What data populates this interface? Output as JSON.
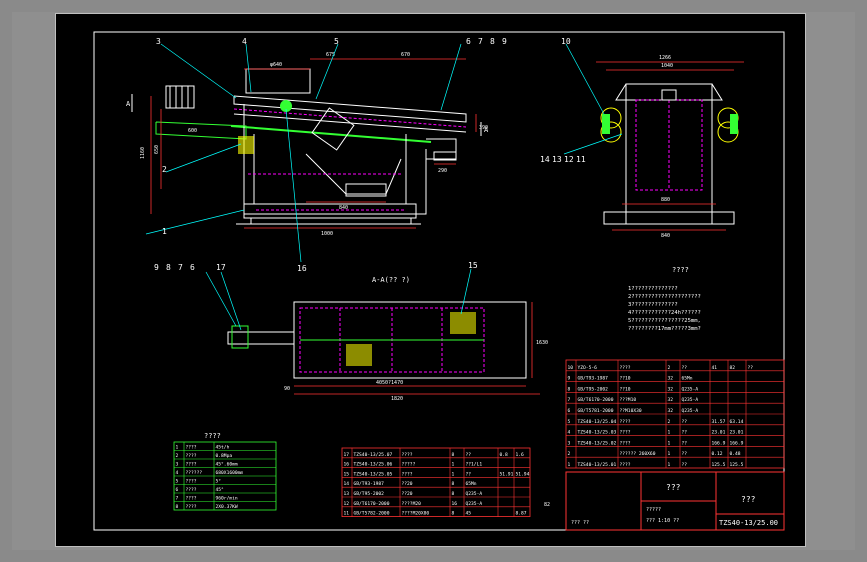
{
  "colors": {
    "background": "#000000",
    "border": "#ffffff",
    "outline": "#ffffff",
    "dimension": "#ff3333",
    "structure": "#ff00ff",
    "frame_green": "#33ff33",
    "hatch": "#ffff00",
    "text": "#ffffff",
    "table_red": "#ff3333",
    "table_green": "#33ff33"
  },
  "callouts_main": [
    "3",
    "4",
    "5",
    "6",
    "7",
    "8",
    "9",
    "1",
    "2",
    "16"
  ],
  "callouts_side": [
    "10",
    "14",
    "13",
    "12",
    "11"
  ],
  "callouts_plan": [
    "9",
    "8",
    "7",
    "6",
    "17",
    "15"
  ],
  "section_label": "A-A(?? ?)",
  "section_arrow_left": "A",
  "section_arrow_right": "A",
  "dims_main": {
    "top_left": "φ640",
    "top_mid": "675",
    "top_right": "670",
    "left_vertical_1": "1160",
    "left_vertical_2": "650",
    "bottom_1": "840",
    "bottom_2": "1000",
    "small_1": "290",
    "small_2": "390",
    "left_small": "600"
  },
  "dims_side": {
    "top_1": "1266",
    "top_2": "1040",
    "bottom_1": "880",
    "bottom_2": "840"
  },
  "dims_plan": {
    "bottom_1": "4050?1470",
    "bottom_2": "1820",
    "left": "90",
    "right": "1630"
  },
  "notes": {
    "title": "????",
    "lines": [
      "1??????????????",
      "2?????????????????????",
      "3??????????????",
      "4????????????24h??????",
      "5????????????????25mm,",
      "  ?????????17mm?????3mm?"
    ]
  },
  "spec_table": {
    "title": "????",
    "rows": [
      [
        "1",
        "????",
        "45t/h"
      ],
      [
        "2",
        "????",
        "0.8Mpa"
      ],
      [
        "3",
        "????",
        "45°.60mm"
      ],
      [
        "4",
        "??????",
        "680X1600mm"
      ],
      [
        "5",
        "????",
        "5°"
      ],
      [
        "6",
        "????",
        "45°"
      ],
      [
        "7",
        "????",
        "960r/min"
      ],
      [
        "8",
        "????",
        "2X0.37KW"
      ]
    ]
  },
  "bom_left": {
    "rows": [
      [
        "17",
        "TZS40-13/25.07",
        "????",
        "8",
        "??",
        "0.8",
        "1.6"
      ],
      [
        "16",
        "TZS40-13/25.06",
        "?????",
        "1",
        "??1/L1",
        "",
        ""
      ],
      [
        "15",
        "TZS40-13/25.05",
        "????",
        "1",
        "??",
        "51.91",
        "51.94"
      ],
      [
        "14",
        "GB/T93-1987",
        "??20",
        "8",
        "65Mn",
        "",
        ""
      ],
      [
        "13",
        "GB/T95-2002",
        "??20",
        "8",
        "Q235-A",
        "",
        ""
      ],
      [
        "12",
        "GB/T6170-2000",
        "????M20",
        "16",
        "Q235-A",
        "",
        ""
      ],
      [
        "11",
        "GB/T5782-2000",
        "????M20X80",
        "8",
        "45",
        "",
        "8.87"
      ]
    ],
    "mid_value": "82"
  },
  "bom_right": {
    "rows": [
      [
        "10",
        "YZO-5-6",
        "????",
        "2",
        "??",
        "41",
        "82",
        "??"
      ],
      [
        "9",
        "GB/T93-1987",
        "??10",
        "32",
        "65Mn",
        "",
        "",
        ""
      ],
      [
        "8",
        "GB/T95-2002",
        "??10",
        "32",
        "Q235-A",
        "",
        "",
        ""
      ],
      [
        "7",
        "GB/T6170-2000",
        "???M10",
        "32",
        "Q235-A",
        "",
        "",
        ""
      ],
      [
        "6",
        "GB/T5781-2000",
        "??M10X30",
        "32",
        "Q235-A",
        "",
        "",
        ""
      ],
      [
        "5",
        "TZS40-13/25.04",
        "????",
        "2",
        "??",
        "31.57",
        "63.14",
        ""
      ],
      [
        "4",
        "TZS40-13/25.03",
        "????",
        "1",
        "??",
        "23.01",
        "23.01",
        ""
      ],
      [
        "3",
        "TZS40-13/25.02",
        "????",
        "1",
        "??",
        "166.9",
        "166.9",
        ""
      ],
      [
        "2",
        "",
        "?????? 260X60",
        "1",
        "??",
        "0.12",
        "0.48",
        ""
      ],
      [
        "1",
        "TZS40-13/25.01",
        "????",
        "1",
        "??",
        "125.5",
        "125.5",
        ""
      ]
    ]
  },
  "title_block": {
    "name": "???",
    "company": "???",
    "scale_text": "?????",
    "drawing_number": "TZS40-13/25.00",
    "sheet_text": "??? 1:10 ??",
    "material_text": "??? ??"
  }
}
